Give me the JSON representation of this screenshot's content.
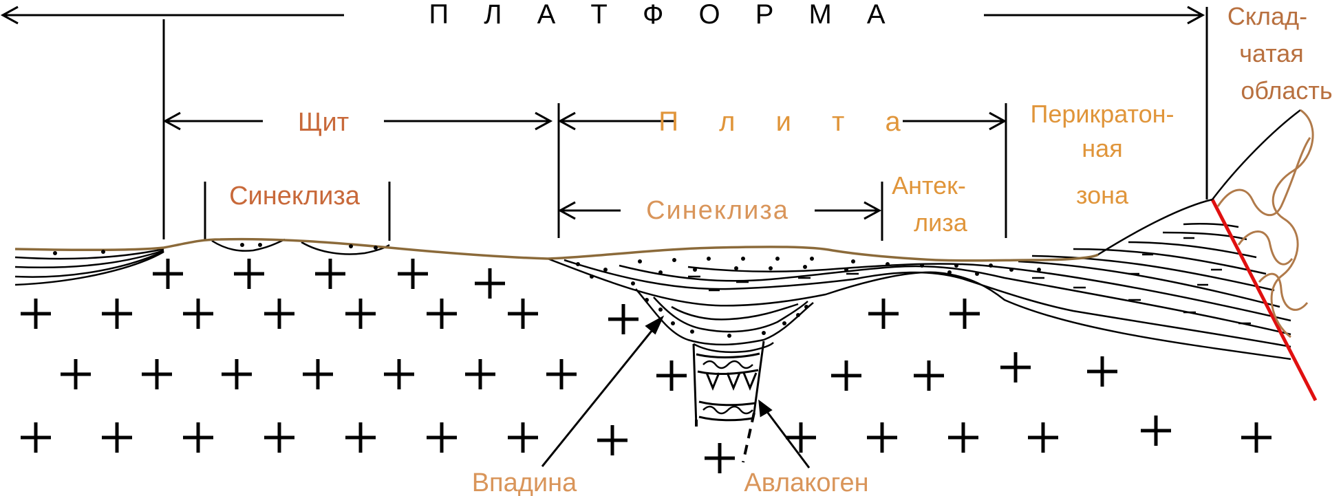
{
  "labels": {
    "platform": "П Л А Т Ф О Р М А",
    "folded": [
      "Склад-",
      "чатая",
      "область"
    ],
    "shield": "Щит",
    "plate": "П л и т а",
    "pericratonic": [
      "Перикратон-",
      "ная",
      "зона"
    ],
    "syneclise_shield": "Синеклиза",
    "syneclise_plate": "Синеклиза",
    "anteclise": [
      "Антек-",
      "лиза"
    ],
    "depression": "Впадина",
    "aulacogen": "Авлакоген"
  },
  "colors": {
    "ink": "#000000",
    "surface": "#8b6a3a",
    "label_dark": "#c8693a",
    "label_orange": "#e0953a",
    "label_tan": "#d9955a",
    "label_folded": "#b8703f",
    "fault": "#e01010",
    "folds": "#b07a4a"
  },
  "icons": {
    "basement": "plus-sign",
    "volcanics": "v-sign",
    "sand": "dot"
  }
}
